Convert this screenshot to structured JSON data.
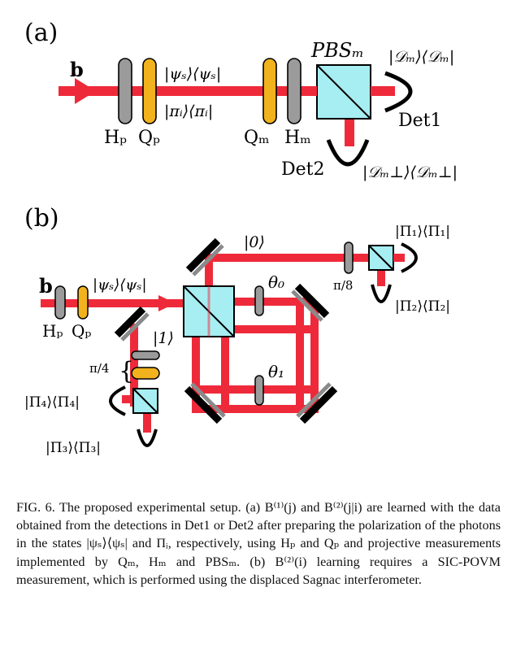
{
  "panel_a": {
    "label": "(a)",
    "beam_label": "b",
    "state_psi": "|ψₛ⟩⟨ψₛ|",
    "state_pi": "|πᵢ⟩⟨πᵢ|",
    "hp": "Hₚ",
    "qp": "Qₚ",
    "qm": "Qₘ",
    "hm": "Hₘ",
    "pbs": "PBSₘ",
    "proj_d": "|𝒟ₘ⟩⟨𝒟ₘ|",
    "proj_dperp": "|𝒟ₘ⊥⟩⟨𝒟ₘ⊥|",
    "det1": "Det1",
    "det2": "Det2"
  },
  "panel_b": {
    "label": "(b)",
    "beam_label": "b",
    "state_psi": "|ψₛ⟩⟨ψₛ|",
    "hp": "Hₚ",
    "qp": "Qₚ",
    "ket0": "|0⟩",
    "ket1": "|1⟩",
    "theta0": "θ₀",
    "theta1": "θ₁",
    "pi8": "π/8",
    "pi4": "π/4",
    "pi1": "|Π₁⟩⟨Π₁|",
    "pi2": "|Π₂⟩⟨Π₂|",
    "pi3": "|Π₃⟩⟨Π₃|",
    "pi4_proj": "|Π₄⟩⟨Π₄|"
  },
  "caption": {
    "p1": "FIG. 6.  The proposed experimental setup.  (a) B",
    "text": "FIG. 6. The proposed experimental setup. (a) B⁽¹⁾(j) and B⁽²⁾(j|i) are learned with the data obtained from the detections in Det1 or Det2 after preparing the polarization of the photons in the states |ψₛ⟩⟨ψₛ| and Πᵢ, respectively, using Hₚ and Qₚ and projective measurements implemented by Qₘ, Hₘ and PBSₘ. (b) B⁽²⁾(i) learning requires a SIC-POVM measurement, which is performed using the displaced Sagnac interferometer."
  },
  "colors": {
    "beam": "#ee2a3a",
    "waveplate_gray": "#9b9b9b",
    "waveplate_orange": "#f2b21e",
    "pbs_fill": "#a6eef2",
    "mirror_black": "#000000",
    "mirror_gray": "#8a8a8a"
  }
}
